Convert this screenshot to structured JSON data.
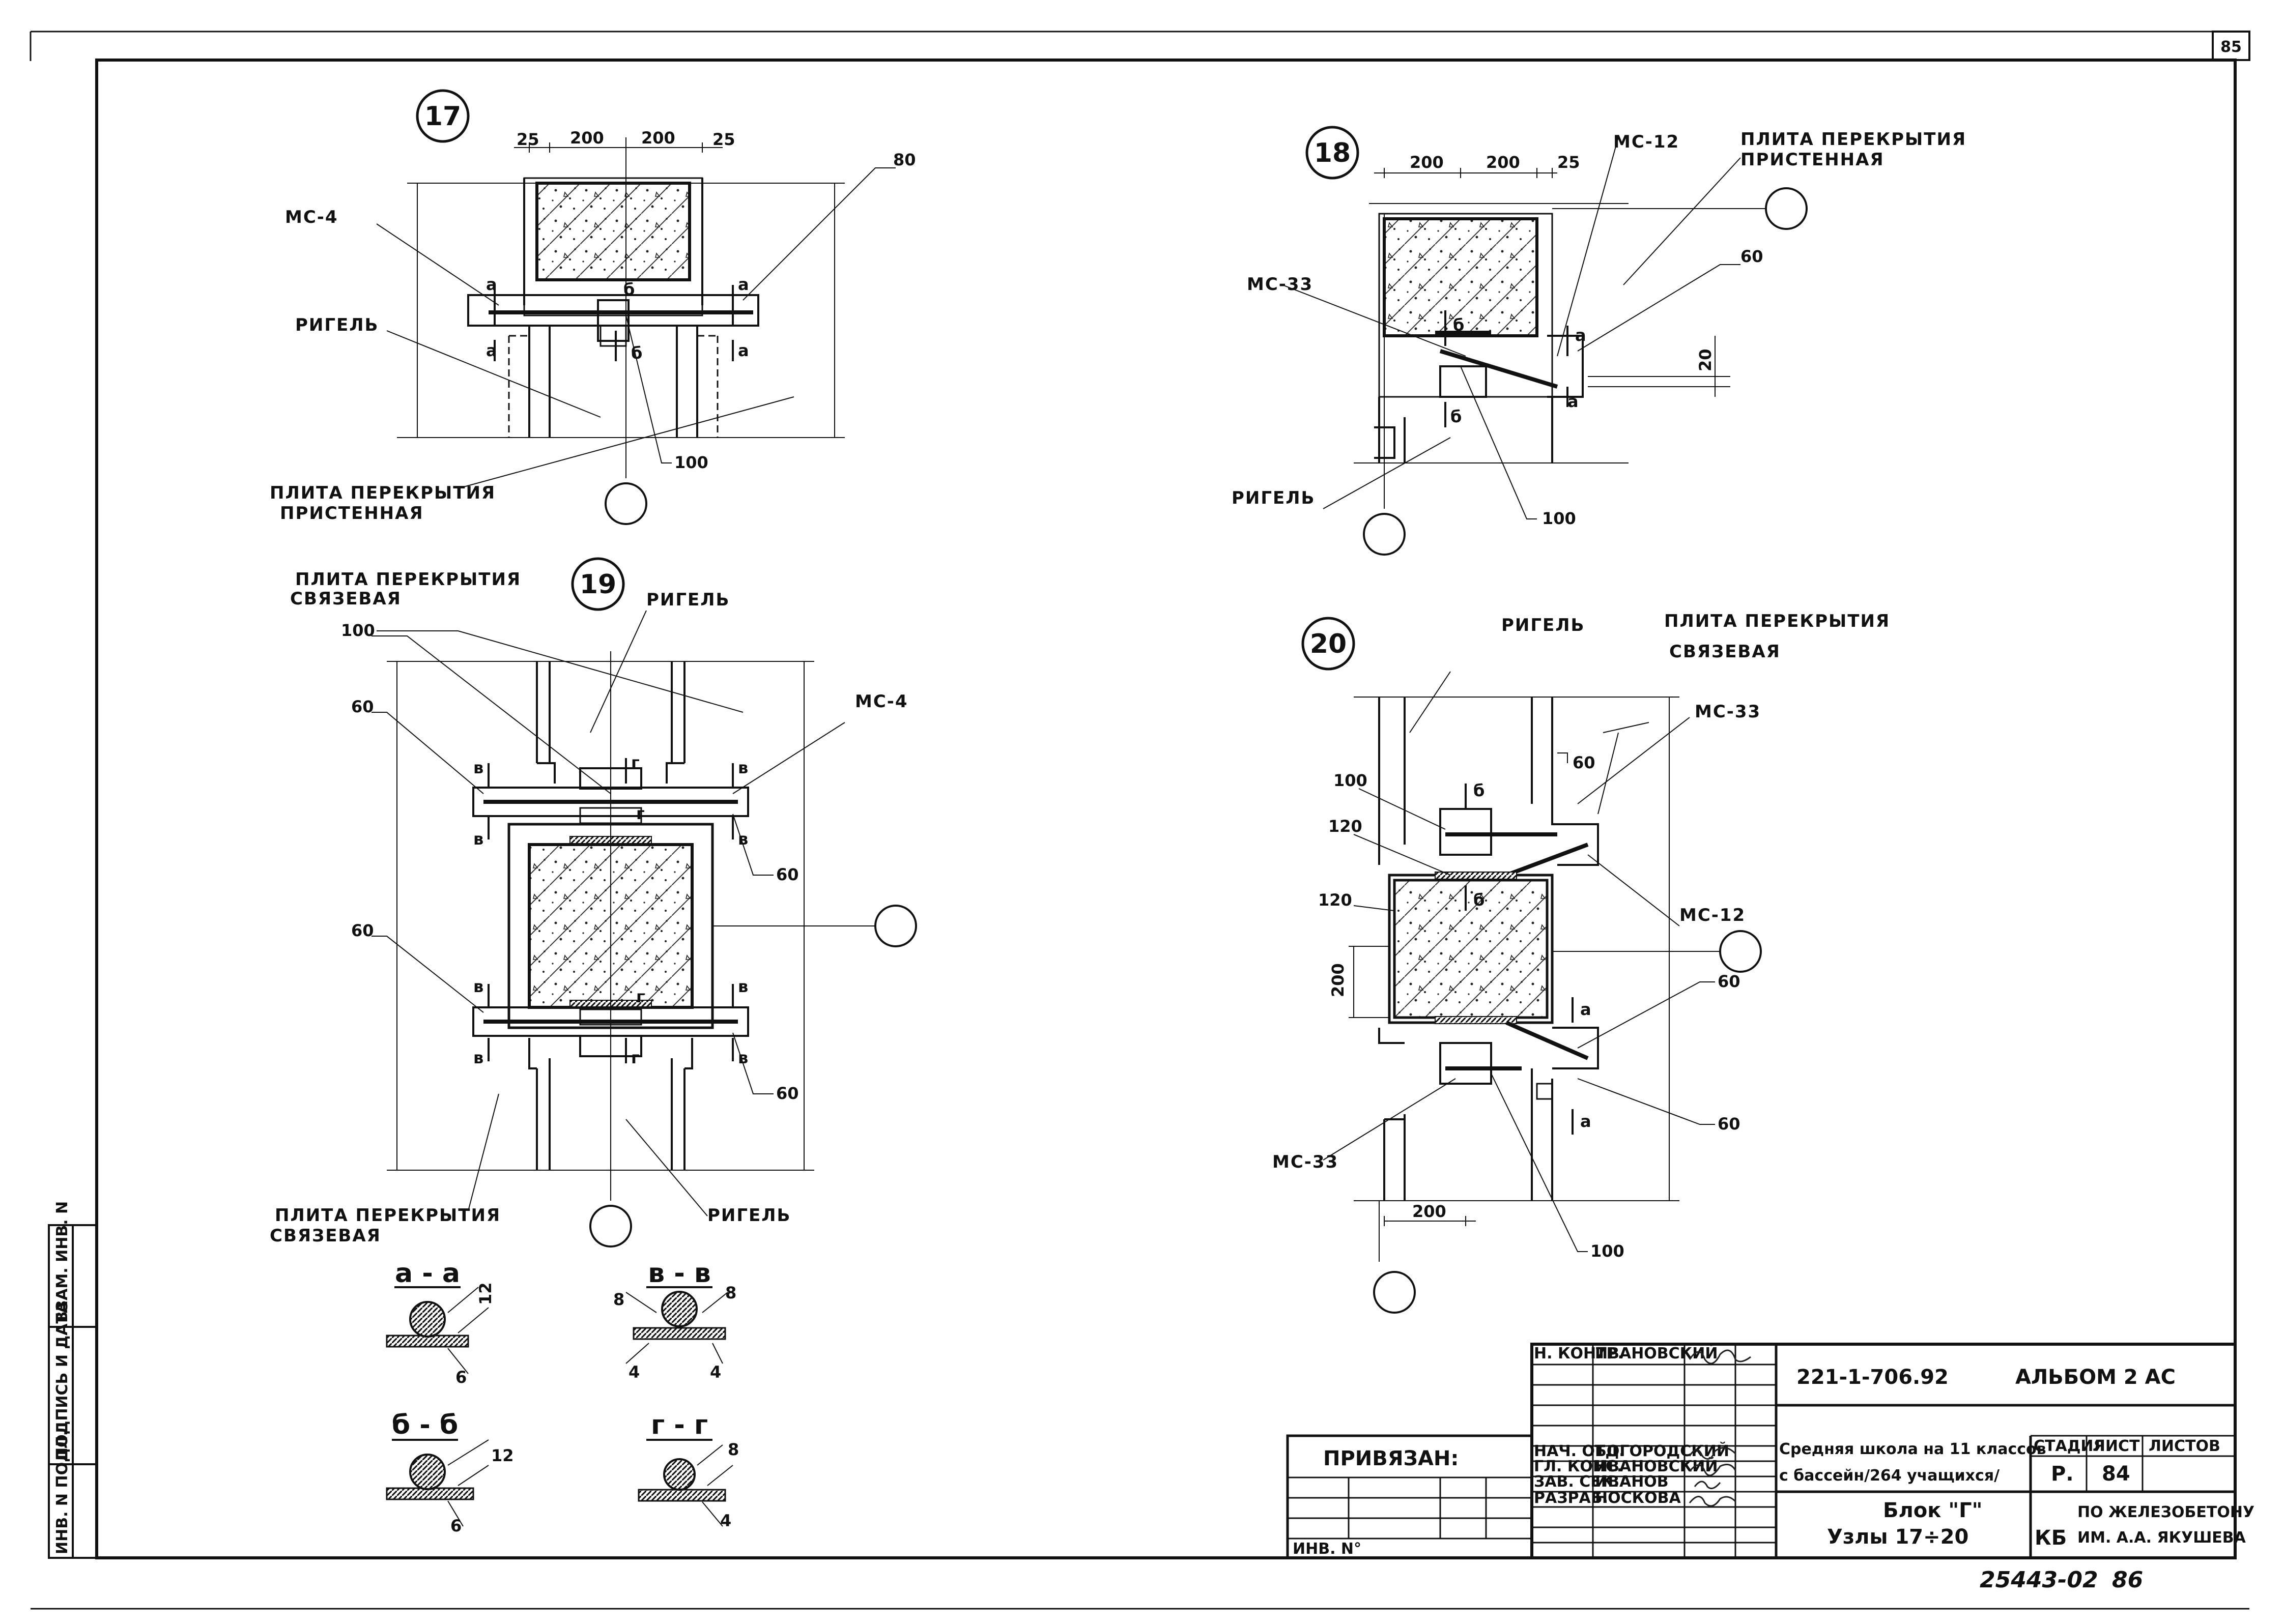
{
  "sheet": {
    "page_number": "85",
    "footer_number": "25443-02",
    "footer_page": "86"
  },
  "details": {
    "d17": {
      "number": "17",
      "dims": [
        "25",
        "200",
        "200",
        "25",
        "80",
        "100"
      ],
      "labels": {
        "mc": "МС-4",
        "rigel": "РИГЕЛЬ",
        "plate1": "ПЛИТА ПЕРЕКРЫТИЯ",
        "plate2": "ПРИСТЕННАЯ"
      },
      "marks": [
        "а",
        "а",
        "а",
        "а",
        "б",
        "б"
      ]
    },
    "d18": {
      "number": "18",
      "dims": [
        "200",
        "200",
        "25",
        "60",
        "20",
        "100"
      ],
      "labels": {
        "mc12": "МС-12",
        "mc33": "МС-33",
        "rigel": "РИГЕЛЬ",
        "plate1": "ПЛИТА ПЕРЕКРЫТИЯ",
        "plate2": "ПРИСТЕННАЯ"
      },
      "marks": [
        "а",
        "а",
        "б",
        "б"
      ]
    },
    "d19": {
      "number": "19",
      "dims": [
        "100",
        "60",
        "60",
        "60",
        "60"
      ],
      "labels": {
        "plate1": "ПЛИТА ПЕРЕКРЫТИЯ",
        "plate2": "СВЯЗЕВАЯ",
        "rigel": "РИГЕЛЬ",
        "mc": "МС-4",
        "plate_b1": "ПЛИТА ПЕРЕКРЫТИЯ",
        "plate_b2": "СВЯЗЕВАЯ",
        "rigel_b": "РИГЕЛЬ"
      },
      "marks": [
        "в",
        "в",
        "в",
        "в",
        "г",
        "г",
        "г",
        "г",
        "в",
        "в",
        "в",
        "в"
      ]
    },
    "d20": {
      "number": "20",
      "dims": [
        "100",
        "120",
        "120",
        "200",
        "60",
        "60",
        "60",
        "200",
        "100"
      ],
      "labels": {
        "rigel": "РИГЕЛЬ",
        "plate1": "ПЛИТА ПЕРЕКРЫТИЯ",
        "plate2": "СВЯЗЕВАЯ",
        "mc33a": "МС-33",
        "mc12": "МС-12",
        "mc33b": "МС-33"
      },
      "marks": [
        "б",
        "б",
        "а",
        "а"
      ]
    }
  },
  "sections": [
    {
      "title": "а - а",
      "dims": [
        "12",
        "6"
      ]
    },
    {
      "title": "в - в",
      "dims": [
        "8",
        "8",
        "4",
        "4"
      ]
    },
    {
      "title": "б - б",
      "dims": [
        "12",
        "6"
      ]
    },
    {
      "title": "г - г",
      "dims": [
        "8",
        "4"
      ]
    }
  ],
  "side_stamp": {
    "col1": "ИНВ. N ПОДЛ.",
    "col2": "ПОДПИСЬ И ДАТА",
    "col3": "ВЗАМ. ИНВ. N"
  },
  "title_block": {
    "privyazan_label": "ПРИВЯЗАН:",
    "inv_label": "ИНВ. N°",
    "roles": [
      {
        "role": "Н. КОНТР.",
        "name": "ИВАНОВСКИЙ"
      },
      {
        "role": "НАЧ. ОТД.",
        "name": "БОГОРОДСКИЙ"
      },
      {
        "role": "ГЛ. КОНС.",
        "name": "ИВАНОВСКИЙ"
      },
      {
        "role": "ЗАВ. СЕК.",
        "name": "ИВАНОВ"
      },
      {
        "role": "РАЗРАБ.",
        "name": "НОСКОВА"
      }
    ],
    "doc_code": "221-1-706.92",
    "album": "АЛЬБОМ 2 АС",
    "project_line1": "Средняя школа на 11 классов",
    "project_line2": "с бассейн/264 учащихся/",
    "stage_label": "СТАДИЯ",
    "sheet_label": "ЛИСТ",
    "sheets_label": "ЛИСТОВ",
    "stage": "Р.",
    "sheet": "84",
    "sheets": "",
    "block_line1": "Блок \"Г\"",
    "block_line2": "Узлы 17÷20",
    "org_kb": "КБ",
    "org_line1": "ПО ЖЕЛЕЗОБЕТОНУ",
    "org_line2": "ИМ. А.А. ЯКУШЕВА"
  }
}
